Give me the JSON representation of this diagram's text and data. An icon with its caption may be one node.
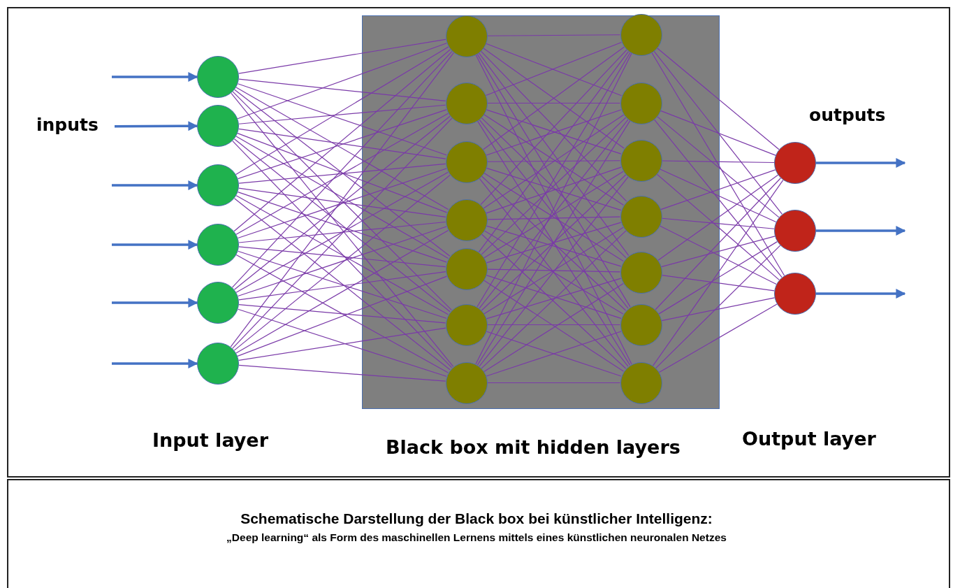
{
  "diagram": {
    "caption": "Schematische Darstellung der Black box bei künstlicher Intelligenz:",
    "nodes": [
      {
        "text": [],
        "shape": "box"
      },
      {
        "text": [],
        "shape": "circle"
      },
      {
        "text": [],
        "shape": "circle"
      },
      {
        "text": [],
        "shape": "circle"
      },
      {
        "text": [],
        "shape": "circle"
      },
      {
        "text": [],
        "shape": "circle"
      },
      {
        "text": [],
        "shape": "circle"
      },
      {
        "text": [],
        "shape": "circle",
        "in": 0
      },
      {
        "text": [],
        "shape": "circle",
        "in": 0
      },
      {
        "text": [],
        "shape": "circle",
        "in": 0
      },
      {
        "text": [],
        "shape": "circle",
        "in": 0
      },
      {
        "text": [],
        "shape": "circle",
        "in": 0
      },
      {
        "text": [],
        "shape": "circle",
        "in": 0
      },
      {
        "text": [],
        "shape": "circle",
        "in": 0
      },
      {
        "text": [],
        "shape": "circle",
        "in": 0
      },
      {
        "text": [],
        "shape": "circle",
        "in": 0
      },
      {
        "text": [],
        "shape": "circle",
        "in": 0
      },
      {
        "text": [],
        "shape": "circle",
        "in": 0
      },
      {
        "text": [],
        "shape": "circle",
        "in": 0
      },
      {
        "text": [],
        "shape": "circle",
        "in": 0
      },
      {
        "text": [],
        "shape": "circle",
        "in": 0
      },
      {
        "text": [],
        "shape": "circle"
      },
      {
        "text": [],
        "shape": "circle"
      },
      {
        "text": [],
        "shape": "circle"
      },
      {
        "text": [
          "inputs"
        ]
      }
    ],
    "edges": [
      {
        "from": null,
        "to": 1,
        "arrow": "to",
        "style": "thick",
        "color": "#4472c4"
      },
      {
        "from": 24,
        "to": 2,
        "arrow": "to",
        "style": "thick",
        "color": "#4472c4"
      },
      {
        "from": null,
        "to": 3,
        "arrow": "to",
        "style": "thick",
        "color": "#4472c4"
      },
      {
        "from": null,
        "to": 4,
        "arrow": "to",
        "style": "thick",
        "color": "#4472c4"
      },
      {
        "from": null,
        "to": 5,
        "arrow": "to",
        "style": "thick",
        "color": "#4472c4"
      },
      {
        "from": null,
        "to": 6,
        "arrow": "to",
        "style": "thick",
        "color": "#4472c4"
      },
      {
        "from": 1,
        "to": 7,
        "arrow": "none"
      },
      {
        "from": 1,
        "to": 8,
        "arrow": "none"
      },
      {
        "from": 1,
        "to": 9,
        "arrow": "none"
      },
      {
        "from": 1,
        "to": 10,
        "arrow": "none"
      },
      {
        "from": 1,
        "to": 11,
        "arrow": "none"
      },
      {
        "from": 1,
        "to": 12,
        "arrow": "none"
      },
      {
        "from": 1,
        "to": 13,
        "arrow": "none"
      },
      {
        "from": 2,
        "to": 7,
        "arrow": "none"
      },
      {
        "from": 2,
        "to": 8,
        "arrow": "none"
      },
      {
        "from": 2,
        "to": 9,
        "arrow": "none"
      },
      {
        "from": 2,
        "to": 10,
        "arrow": "none"
      },
      {
        "from": 2,
        "to": 11,
        "arrow": "none"
      },
      {
        "from": 2,
        "to": 12,
        "arrow": "none"
      },
      {
        "from": 2,
        "to": 13,
        "arrow": "none"
      },
      {
        "from": 3,
        "to": 7,
        "arrow": "none"
      },
      {
        "from": 3,
        "to": 8,
        "arrow": "none"
      },
      {
        "from": 3,
        "to": 9,
        "arrow": "none"
      },
      {
        "from": 3,
        "to": 10,
        "arrow": "none"
      },
      {
        "from": 3,
        "to": 11,
        "arrow": "none"
      },
      {
        "from": 3,
        "to": 12,
        "arrow": "none"
      },
      {
        "from": 3,
        "to": 13,
        "arrow": "none"
      },
      {
        "from": 4,
        "to": 7,
        "arrow": "none"
      },
      {
        "from": 4,
        "to": 8,
        "arrow": "none"
      },
      {
        "from": 4,
        "to": 9,
        "arrow": "none"
      },
      {
        "from": 4,
        "to": 10,
        "arrow": "none"
      },
      {
        "from": 4,
        "to": 11,
        "arrow": "none"
      },
      {
        "from": 4,
        "to": 12,
        "arrow": "none"
      },
      {
        "from": 4,
        "to": 13,
        "arrow": "none"
      },
      {
        "from": 5,
        "to": 7,
        "arrow": "none"
      },
      {
        "from": 5,
        "to": 8,
        "arrow": "none"
      },
      {
        "from": 5,
        "to": 9,
        "arrow": "none"
      },
      {
        "from": 5,
        "to": 10,
        "arrow": "none"
      },
      {
        "from": 5,
        "to": 11,
        "arrow": "none"
      },
      {
        "from": 5,
        "to": 12,
        "arrow": "none"
      },
      {
        "from": 5,
        "to": 13,
        "arrow": "none"
      },
      {
        "from": 6,
        "to": 7,
        "arrow": "none"
      },
      {
        "from": 6,
        "to": 8,
        "arrow": "none"
      },
      {
        "from": 6,
        "to": 9,
        "arrow": "none"
      },
      {
        "from": 6,
        "to": 10,
        "arrow": "none"
      },
      {
        "from": 6,
        "to": 11,
        "arrow": "none"
      },
      {
        "from": 6,
        "to": 12,
        "arrow": "none"
      },
      {
        "from": 6,
        "to": 13,
        "arrow": "none"
      },
      {
        "from": 7,
        "to": 14,
        "arrow": "none"
      },
      {
        "from": 7,
        "to": 15,
        "arrow": "none"
      },
      {
        "from": 7,
        "to": 16,
        "arrow": "none"
      },
      {
        "from": 7,
        "to": 17,
        "arrow": "none"
      },
      {
        "from": 7,
        "to": 18,
        "arrow": "none"
      },
      {
        "from": 7,
        "to": 19,
        "arrow": "none"
      },
      {
        "from": 7,
        "to": 20,
        "arrow": "none"
      },
      {
        "from": 8,
        "to": 14,
        "arrow": "none"
      },
      {
        "from": 8,
        "to": 15,
        "arrow": "none"
      },
      {
        "from": 8,
        "to": 16,
        "arrow": "none"
      },
      {
        "from": 8,
        "to": 17,
        "arrow": "none"
      },
      {
        "from": 8,
        "to": 18,
        "arrow": "none"
      },
      {
        "from": 8,
        "to": 19,
        "arrow": "none"
      },
      {
        "from": 8,
        "to": 20,
        "arrow": "none"
      },
      {
        "from": 9,
        "to": 14,
        "arrow": "none"
      },
      {
        "from": 9,
        "to": 15,
        "arrow": "none"
      },
      {
        "from": 9,
        "to": 16,
        "arrow": "none"
      },
      {
        "from": 9,
        "to": 17,
        "arrow": "none"
      },
      {
        "from": 9,
        "to": 18,
        "arrow": "none"
      },
      {
        "from": 9,
        "to": 19,
        "arrow": "none"
      },
      {
        "from": 9,
        "to": 20,
        "arrow": "none"
      },
      {
        "from": 10,
        "to": 14,
        "arrow": "none"
      },
      {
        "from": 10,
        "to": 15,
        "arrow": "none"
      },
      {
        "from": 10,
        "to": 16,
        "arrow": "none"
      },
      {
        "from": 10,
        "to": 17,
        "arrow": "none"
      },
      {
        "from": 10,
        "to": 18,
        "arrow": "none"
      },
      {
        "from": 10,
        "to": 19,
        "arrow": "none"
      },
      {
        "from": 10,
        "to": 20,
        "arrow": "none"
      },
      {
        "from": 11,
        "to": 14,
        "arrow": "none"
      },
      {
        "from": 11,
        "to": 15,
        "arrow": "none"
      },
      {
        "from": 11,
        "to": 16,
        "arrow": "none"
      },
      {
        "from": 11,
        "to": 17,
        "arrow": "none"
      },
      {
        "from": 11,
        "to": 18,
        "arrow": "none"
      },
      {
        "from": 11,
        "to": 19,
        "arrow": "none"
      },
      {
        "from": 11,
        "to": 20,
        "arrow": "none"
      },
      {
        "from": 12,
        "to": 14,
        "arrow": "none"
      },
      {
        "from": 12,
        "to": 15,
        "arrow": "none"
      },
      {
        "from": 12,
        "to": 16,
        "arrow": "none"
      },
      {
        "from": 12,
        "to": 17,
        "arrow": "none"
      },
      {
        "from": 12,
        "to": 18,
        "arrow": "none"
      },
      {
        "from": 12,
        "to": 19,
        "arrow": "none"
      },
      {
        "from": 12,
        "to": 20,
        "arrow": "none"
      },
      {
        "from": 13,
        "to": 14,
        "arrow": "none"
      },
      {
        "from": 13,
        "to": 15,
        "arrow": "none"
      },
      {
        "from": 13,
        "to": 16,
        "arrow": "none"
      },
      {
        "from": 13,
        "to": 17,
        "arrow": "none"
      },
      {
        "from": 13,
        "to": 18,
        "arrow": "none"
      },
      {
        "from": 13,
        "to": 19,
        "arrow": "none"
      },
      {
        "from": 13,
        "to": 20,
        "arrow": "none"
      },
      {
        "from": 14,
        "to": 21,
        "arrow": "none"
      },
      {
        "from": 14,
        "to": 22,
        "arrow": "none"
      },
      {
        "from": 14,
        "to": 23,
        "arrow": "none"
      },
      {
        "from": 15,
        "to": 21,
        "arrow": "none"
      },
      {
        "from": 15,
        "to": 22,
        "arrow": "none"
      },
      {
        "from": 15,
        "to": 23,
        "arrow": "none"
      },
      {
        "from": 16,
        "to": 21,
        "arrow": "none"
      },
      {
        "from": 16,
        "to": 22,
        "arrow": "none"
      },
      {
        "from": 16,
        "to": 23,
        "arrow": "none"
      },
      {
        "from": 17,
        "to": 21,
        "arrow": "none"
      },
      {
        "from": 17,
        "to": 22,
        "arrow": "none"
      },
      {
        "from": 17,
        "to": 23,
        "arrow": "none"
      },
      {
        "from": 18,
        "to": 21,
        "arrow": "none"
      },
      {
        "from": 18,
        "to": 22,
        "arrow": "none"
      },
      {
        "from": 18,
        "to": 23,
        "arrow": "none"
      },
      {
        "from": 19,
        "to": 21,
        "arrow": "none"
      },
      {
        "from": 19,
        "to": 22,
        "arrow": "none"
      },
      {
        "from": 19,
        "to": 23,
        "arrow": "none"
      },
      {
        "from": 20,
        "to": 21,
        "arrow": "none"
      },
      {
        "from": 20,
        "to": 22,
        "arrow": "none"
      },
      {
        "from": 20,
        "to": 23,
        "arrow": "none"
      },
      {
        "from": 21,
        "to": null,
        "arrow": "to",
        "style": "thick",
        "color": "#4472c4"
      },
      {
        "from": 22,
        "to": null,
        "arrow": "to",
        "style": "thick",
        "color": "#4472c4"
      },
      {
        "from": 23,
        "to": null,
        "arrow": "to",
        "style": "thick",
        "color": "#4472c4"
      }
    ],
    "labels": [
      "outputs",
      "Input layer",
      "Black box mit hidden layers",
      "Output layer",
      "„Deep learning“ als Form des maschinellen Lernens mittels eines künstlichen neuronalen Netzes"
    ]
  }
}
